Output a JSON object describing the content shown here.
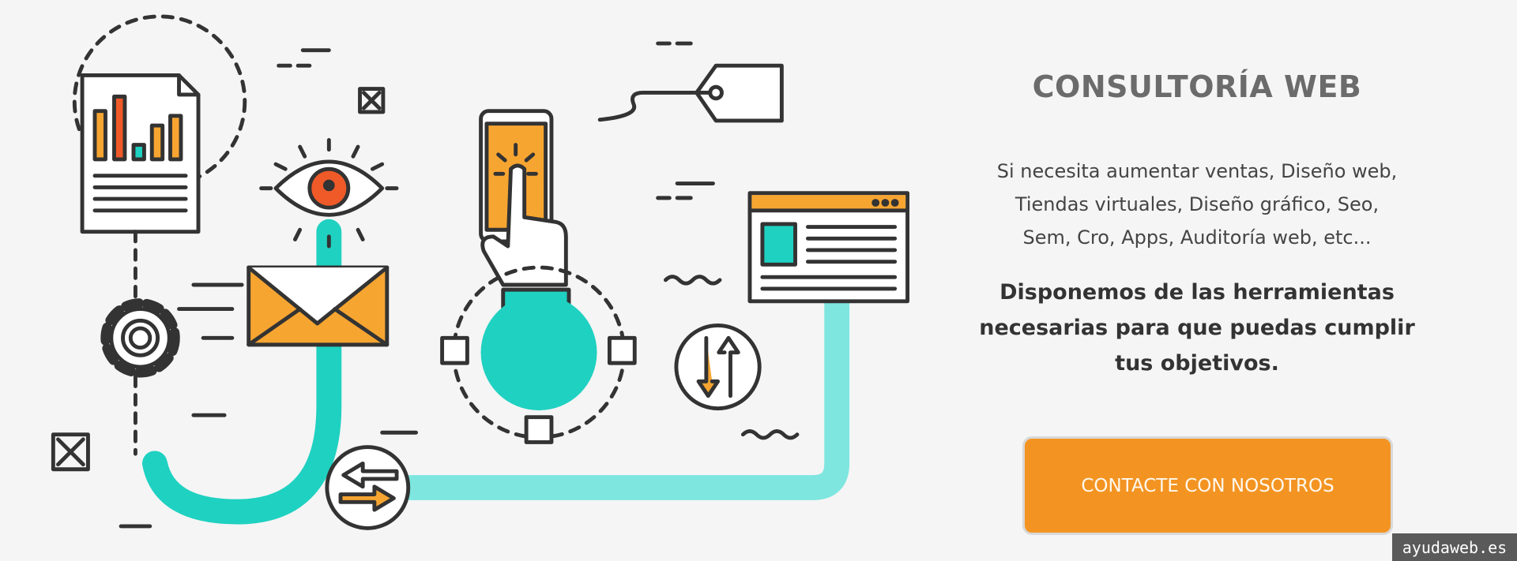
{
  "heading": "CONSULTORÍA WEB",
  "description": [
    "Si necesita aumentar ventas, Diseño web,",
    "Tiendas virtuales, Diseño gráfico, Seo,",
    "Sem, Cro, Apps,  Auditoría web, etc..."
  ],
  "tagline": [
    "Disponemos de las herramientas",
    "necesarias para que puedas cumplir",
    "tus objetivos."
  ],
  "cta_label": "CONTACTE CON NOSOTROS",
  "watermark": "ayudaweb.es",
  "colors": {
    "accent": "#f39422",
    "teal": "#1fd1c1",
    "light_teal": "#7ee6df",
    "orange": "#f7a531",
    "red": "#f05a28",
    "outline": "#333333"
  }
}
